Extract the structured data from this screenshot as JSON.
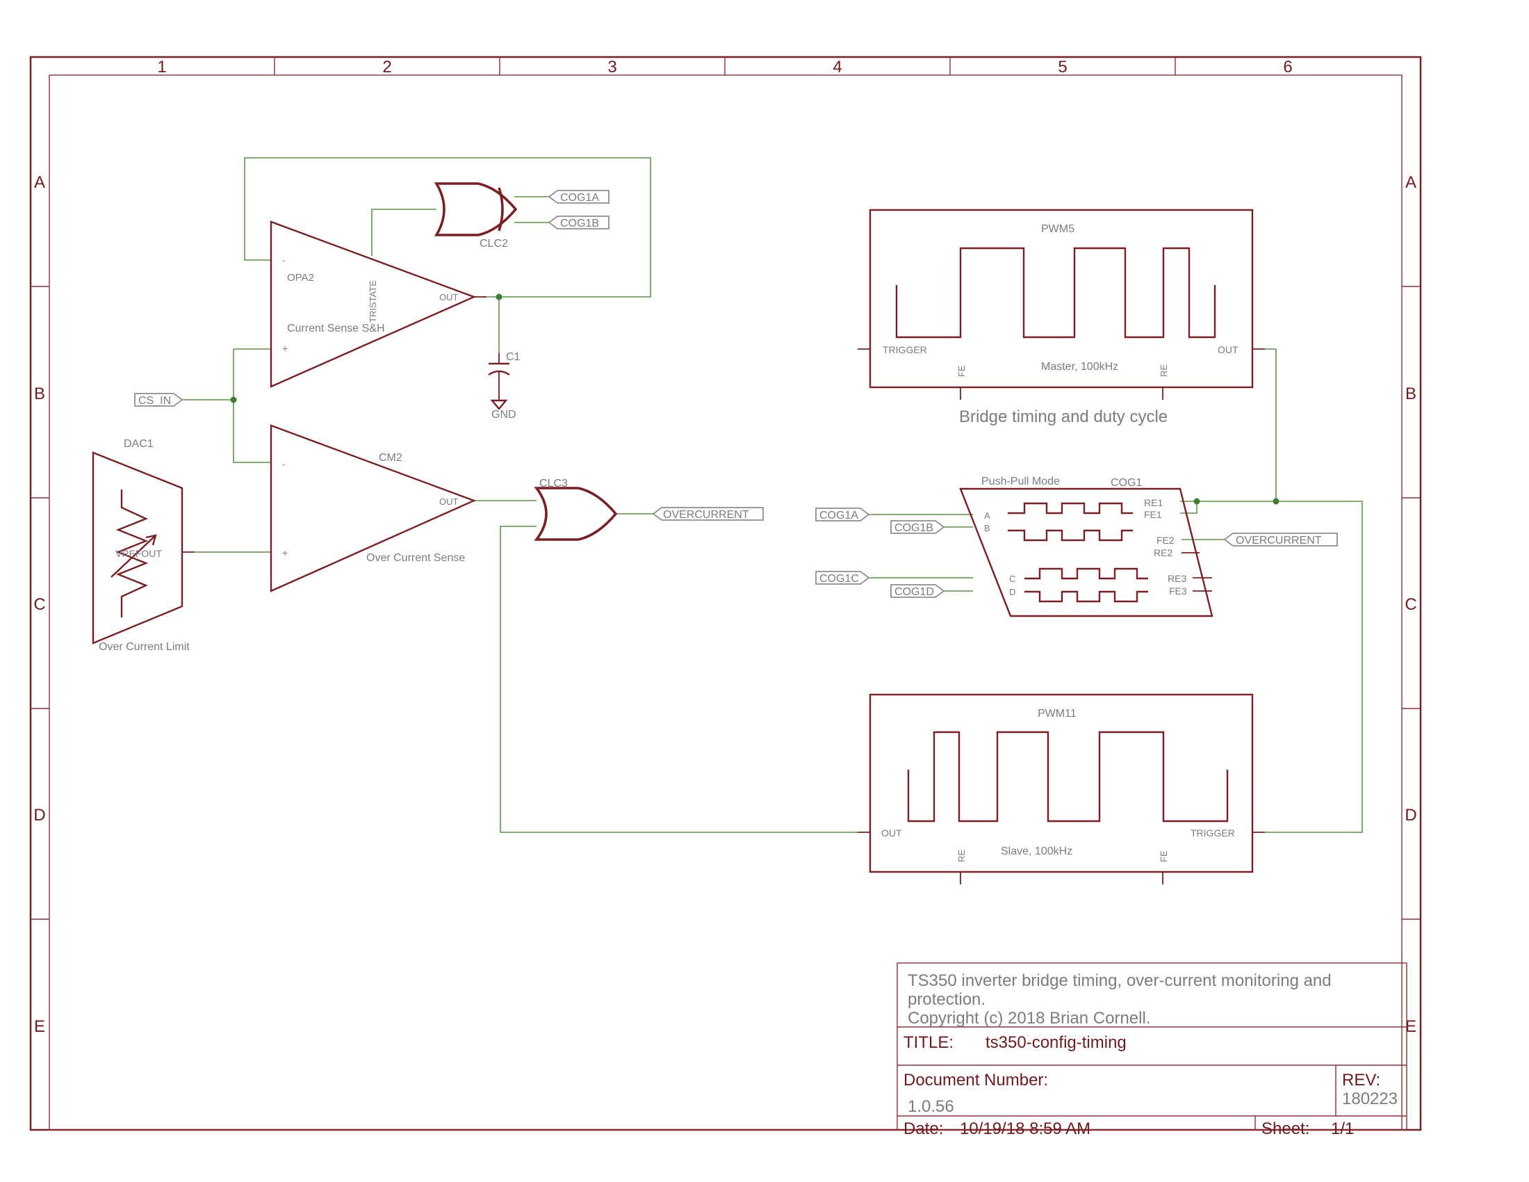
{
  "frame": {
    "columns": [
      "1",
      "2",
      "3",
      "4",
      "5",
      "6"
    ],
    "rows": [
      "A",
      "B",
      "C",
      "D",
      "E"
    ]
  },
  "components": {
    "opa2": {
      "name": "OPA2",
      "value": "Current Sense S&H",
      "pin_minus": "-",
      "pin_plus": "+",
      "pin_out": "OUT",
      "pin_tristate": "TRISTATE"
    },
    "clc2": {
      "name": "CLC2"
    },
    "c1": {
      "name": "C1"
    },
    "gnd": {
      "name": "GND"
    },
    "cm2": {
      "name": "CM2",
      "value": "Over Current Sense",
      "pin_minus": "-",
      "pin_plus": "+",
      "pin_out": "OUT"
    },
    "dac1": {
      "name": "DAC1",
      "value": "Over Current Limit",
      "pin_out": "VREFOUT"
    },
    "clc3": {
      "name": "CLC3"
    },
    "pwm5": {
      "name": "PWM5",
      "value": "Master, 100kHz",
      "pin_trigger": "TRIGGER",
      "pin_out": "OUT",
      "pin_fe": "FE",
      "pin_re": "RE"
    },
    "pwm11": {
      "name": "PWM11",
      "value": "Slave, 100kHz",
      "pin_out": "OUT",
      "pin_trigger": "TRIGGER",
      "pin_re": "RE",
      "pin_fe": "FE"
    },
    "cog1": {
      "name": "COG1",
      "mode": "Push-Pull Mode",
      "pin_a": "A",
      "pin_b": "B",
      "pin_c": "C",
      "pin_d": "D",
      "pin_re1": "RE1",
      "pin_fe1": "FE1",
      "pin_fe2": "FE2",
      "pin_re2": "RE2",
      "pin_re3": "RE3",
      "pin_fe3": "FE3"
    }
  },
  "net_labels": {
    "cog1a": "COG1A",
    "cog1b": "COG1B",
    "cog1c": "COG1C",
    "cog1d": "COG1D",
    "cs_in": "CS_IN",
    "overcurrent": "OVERCURRENT"
  },
  "annotation": "Bridge timing and duty cycle",
  "title_block": {
    "description_line1": "TS350 inverter bridge timing, over-current monitoring and",
    "description_line2": "protection.",
    "copyright": "Copyright (c) 2018 Brian Cornell.",
    "title_label": "TITLE:",
    "title_value": "ts350-config-timing",
    "docnum_label": "Document Number:",
    "docnum_value": "1.0.56",
    "rev_label": "REV:",
    "rev_value": "180223",
    "date_label": "Date:",
    "date_value": "10/19/18 8:59 AM",
    "sheet_label": "Sheet:",
    "sheet_value": "1/1"
  }
}
